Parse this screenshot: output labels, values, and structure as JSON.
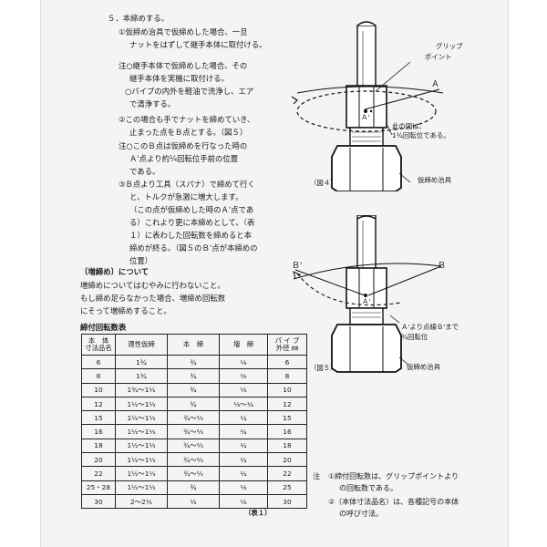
{
  "section": {
    "title": "５．本締めする。",
    "step1": [
      "①仮締め治具で仮締めした場合、一旦",
      "ナットをはずして継手本体に取付ける。"
    ],
    "note1": [
      "注○継手本体で仮締めした場合、その",
      "継手本体を実機に取付ける。",
      "○パイプの内外を軽油で洗浄し、エア",
      "で清浄する。"
    ],
    "step2": [
      "②この場合も手でナットを締めていき、",
      "止まった点をＢ点とする。（図５）"
    ],
    "note2": [
      "注○このＢ点は仮締めを行なった時の",
      "Ａ'点より約¼回転位手前の位置",
      "である。"
    ],
    "step3": [
      "③Ｂ点より工具（スパナ）で締めて行く",
      "と、トルクが急激に増大します。",
      "（この点が仮締めした時のＡ'点であ",
      "る）これより更に本締めとして、（表",
      "１）に表わした回転数を締めると本",
      "締めが終る。（図５のＢ'点が本締めの",
      "位置）"
    ]
  },
  "retighten": {
    "title": "〔増締め〕について",
    "body": [
      "増締めについてはむやみに行わないこと。",
      "もし締め足らなかった場合、増締め回転数",
      "にそって増締めすること。"
    ]
  },
  "table": {
    "title": "締付回転数表",
    "headers": [
      "本　体\n寸法品名",
      "適性仮締",
      "本　締",
      "増　締",
      "パ イ プ\n外径 ㎜"
    ],
    "rows": [
      [
        "6",
        "1¾",
        "¾",
        "⅛",
        "6"
      ],
      [
        "8",
        "1¾",
        "¾",
        "⅛",
        "8"
      ],
      [
        "10",
        "1¾～1½",
        "¾",
        "⅛",
        "10"
      ],
      [
        "12",
        "1½～1⅓",
        "¾",
        "⅛～¼",
        "12"
      ],
      [
        "15",
        "1½～1⅓",
        "¾～⅔",
        "¼",
        "15"
      ],
      [
        "16",
        "1½～1⅓",
        "¾～⅔",
        "¼",
        "16"
      ],
      [
        "18",
        "1½～1⅓",
        "¾～⅔",
        "¼",
        "18"
      ],
      [
        "20",
        "1½～1⅓",
        "¾～⅔",
        "¼",
        "20"
      ],
      [
        "22",
        "1½～1⅓",
        "¾～⅔",
        "¼",
        "22"
      ],
      [
        "25・28",
        "1½～1⅓",
        "¾",
        "⅛",
        "25"
      ],
      [
        "30",
        "2～2½",
        "½",
        "⅛",
        "30"
      ]
    ],
    "caption": "（表１）"
  },
  "fig4": {
    "grip": [
      "グリップ",
      "ポイント"
    ],
    "point_a": "Ａ",
    "point_a_prime": "Ａ'",
    "note": [
      "此の図は、",
      "1¾回転位である。"
    ],
    "jig": "仮締め治具",
    "caption": "（図４）"
  },
  "fig5": {
    "point_b_prime": "Ｂ'",
    "point_b": "Ｂ",
    "point_a_prime": "Ａ'",
    "note": [
      "Ａ'より点線Ｂ'まで",
      "¾回転位"
    ],
    "jig": "仮締め治具",
    "caption": "（図５）"
  },
  "footnote": {
    "label": "注",
    "line1": [
      "①締付回転数は、グリップポイントより",
      "の回転数である。"
    ],
    "line2": [
      "②（本体寸法品名）は、各種記号の本体",
      "の呼び寸法。"
    ]
  }
}
